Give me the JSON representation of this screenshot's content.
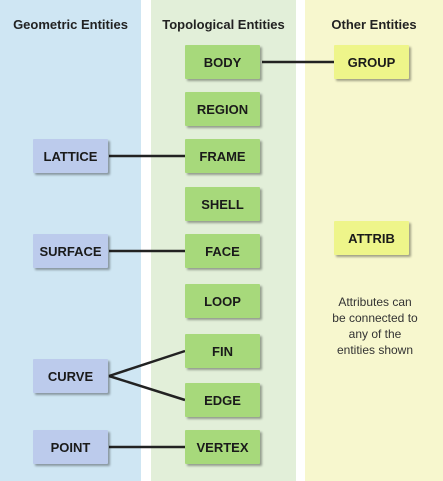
{
  "columns": {
    "geometric": "Geometric Entities",
    "topological": "Topological Entities",
    "other": "Other Entities"
  },
  "geometric": {
    "lattice": "LATTICE",
    "surface": "SURFACE",
    "curve": "CURVE",
    "point": "POINT"
  },
  "topological": {
    "body": "BODY",
    "region": "REGION",
    "frame": "FRAME",
    "shell": "SHELL",
    "face": "FACE",
    "loop": "LOOP",
    "fin": "FIN",
    "edge": "EDGE",
    "vertex": "VERTEX"
  },
  "other": {
    "group": "GROUP",
    "attrib": "ATTRIB",
    "note": "Attributes can be connected to any of the entities shown"
  },
  "colors": {
    "geometric_column": "#cfe6f3",
    "topological_column": "#e2efd9",
    "other_column": "#f7f7ce",
    "geometric_box": "#bccbec",
    "topological_box": "#a7d97b",
    "other_box": "#eef58a"
  }
}
